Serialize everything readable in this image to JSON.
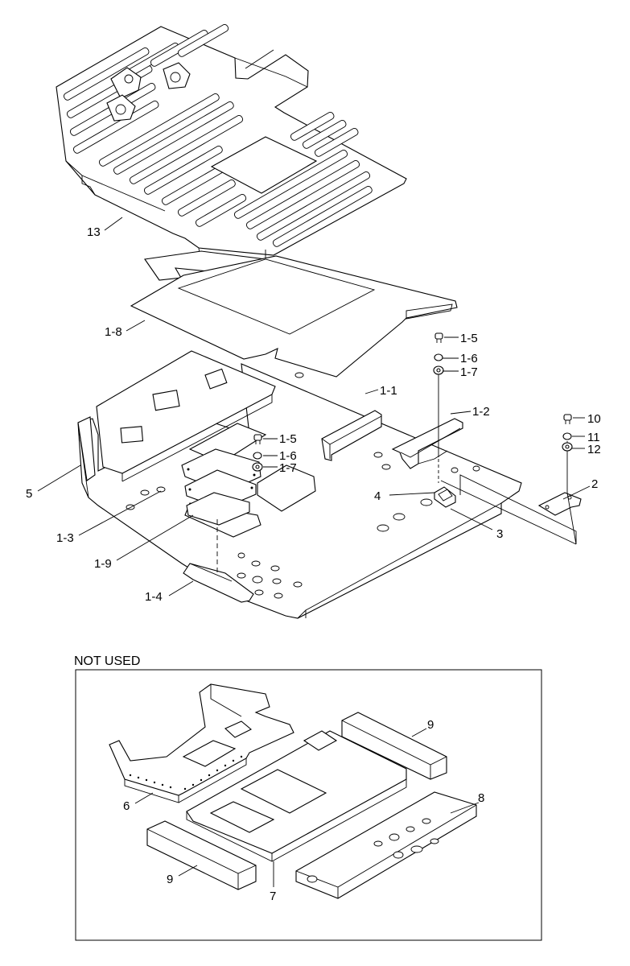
{
  "labels": {
    "p13": "13",
    "p1_8": "1-8",
    "p1_5a": "1-5",
    "p1_6a": "1-6",
    "p1_7a": "1-7",
    "p1_1": "1-1",
    "p1_2": "1-2",
    "p10": "10",
    "p11": "11",
    "p12": "12",
    "p2": "2",
    "p1_5b": "1-5",
    "p1_6b": "1-6",
    "p1_7b": "1-7",
    "p4": "4",
    "p3": "3",
    "p5": "5",
    "p1_3": "1-3",
    "p1_9": "1-9",
    "p1_4": "1-4",
    "p6": "6",
    "p9a": "9",
    "p8": "8",
    "p9b": "9",
    "p7": "7"
  },
  "section_title": "NOT USED"
}
